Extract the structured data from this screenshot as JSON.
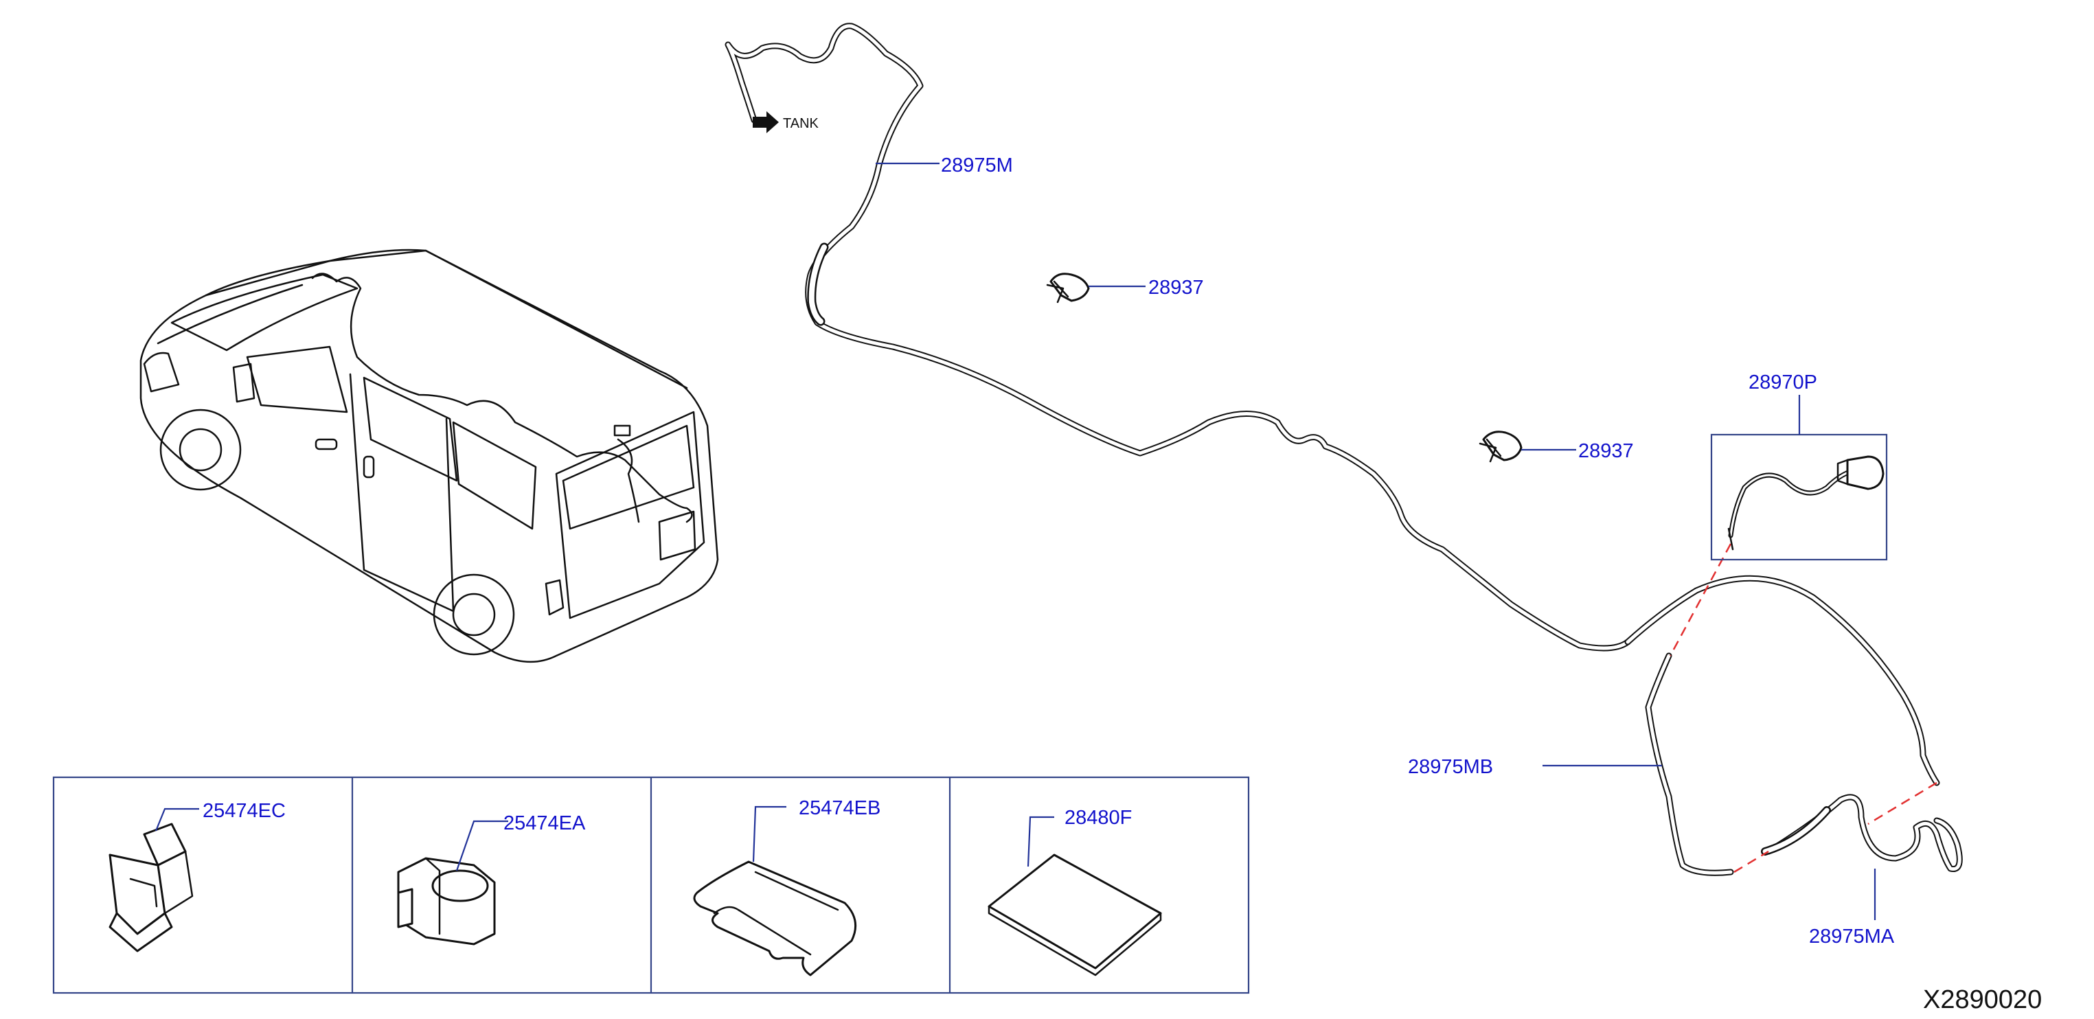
{
  "diagram": {
    "callouts": {
      "hose_main": "28975M",
      "clip_upper": "28937",
      "clip_lower": "28937",
      "nozzle": "28970P",
      "hose_rear": "28975MB",
      "hose_end": "28975MA"
    },
    "tank_label": "TANK",
    "parts_box": [
      {
        "part_number": "25474EC"
      },
      {
        "part_number": "25474EA"
      },
      {
        "part_number": "25474EB"
      },
      {
        "part_number": "28480F"
      }
    ],
    "diagram_number": "X2890020",
    "colors": {
      "callout_text": "#1212cc",
      "leader_line": "#223399",
      "connection_dash": "#e23030",
      "line_art": "#111111"
    }
  }
}
